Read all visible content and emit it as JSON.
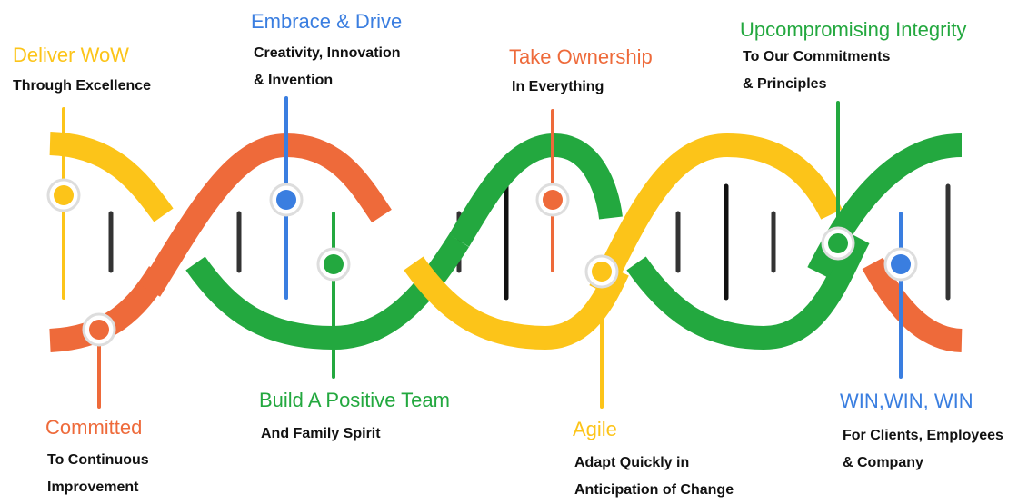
{
  "colors": {
    "yellow": "#FCC419",
    "orange": "#EE6A3A",
    "green": "#23A83F",
    "blue": "#3A7EE0",
    "rung": "#333333",
    "rung_dark": "#111111"
  },
  "values": [
    {
      "title": "Deliver WoW",
      "lines": [
        "Through Excellence"
      ],
      "color": "yellow"
    },
    {
      "title": "Committed",
      "lines": [
        "To Continuous",
        "Improvement"
      ],
      "color": "orange"
    },
    {
      "title": "Embrace & Drive",
      "lines": [
        "Creativity, Innovation",
        "& Invention"
      ],
      "color": "blue"
    },
    {
      "title": "Build A Positive Team",
      "lines": [
        "And Family Spirit"
      ],
      "color": "green"
    },
    {
      "title": "Take Ownership",
      "lines": [
        "In Everything"
      ],
      "color": "orange"
    },
    {
      "title": "Agile",
      "lines": [
        "Adapt Quickly in",
        "Anticipation of Change"
      ],
      "color": "yellow"
    },
    {
      "title": "Upcompromising Integrity",
      "lines": [
        "To Our Commitments",
        "& Principles"
      ],
      "color": "green"
    },
    {
      "title": "WIN,WIN, WIN",
      "lines": [
        "For Clients, Employees",
        "& Company"
      ],
      "color": "blue"
    }
  ]
}
